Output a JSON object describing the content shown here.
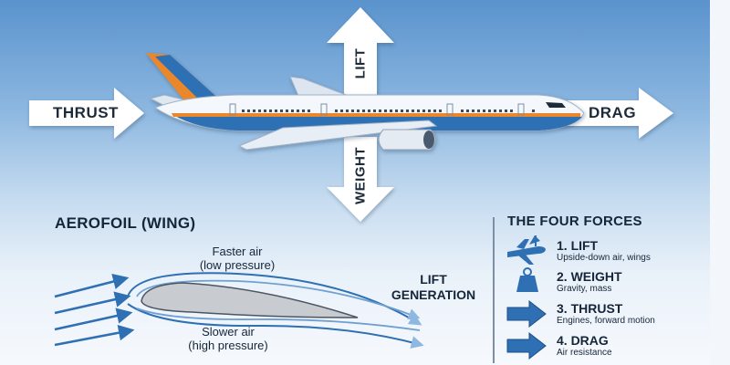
{
  "forces_labels": {
    "thrust": "THRUST",
    "drag": "DRAG",
    "lift": "LIFT",
    "weight": "WEIGHT"
  },
  "aerofoil": {
    "title": "AEROFOIL (WING)",
    "faster_air": [
      "Faster air",
      "(low pressure)"
    ],
    "slower_air": [
      "Slower air",
      "(high pressure)"
    ],
    "lift_generation": [
      "LIFT",
      "GENERATION"
    ]
  },
  "four_forces": {
    "title": "THE FOUR FORCES",
    "items": [
      {
        "title": "1. LIFT",
        "desc": "Upside-down air, wings",
        "icon": "plane-up-icon"
      },
      {
        "title": "2. WEIGHT",
        "desc": "Gravity, mass",
        "icon": "weight-icon"
      },
      {
        "title": "3. THRUST",
        "desc": "Engines, forward motion",
        "icon": "arrow-right-icon"
      },
      {
        "title": "4. DRAG",
        "desc": "Air resistance",
        "icon": "arrow-right-icon"
      }
    ]
  },
  "colors": {
    "fuselage": "#f4f7fb",
    "stripe": "#e9872a",
    "blue_stripe": "#2f6fb4",
    "tail": "#e9872a",
    "arrow_fill": "#ffffff",
    "airflow": "#2f6fb4",
    "icon_blue": "#2f6fb4"
  }
}
